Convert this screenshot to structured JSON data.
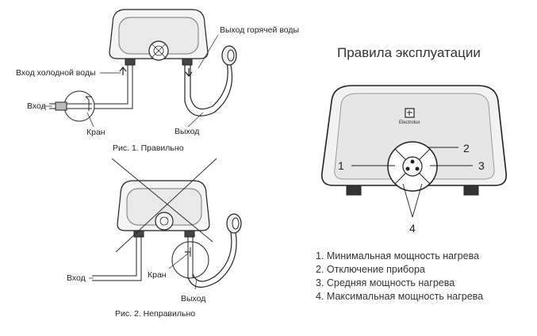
{
  "title": "Правила эксплуатации",
  "figure1": {
    "caption": "Рис. 1. Правильно",
    "label_hot_out": "Выход горячей воды",
    "label_cold_in": "Вход холодной воды",
    "label_inlet": "Вход",
    "label_valve": "Кран",
    "label_outlet": "Выход"
  },
  "figure2": {
    "caption": "Рис. 2. Неправильно",
    "label_inlet": "Вход",
    "label_valve": "Кран",
    "label_outlet": "Выход"
  },
  "device": {
    "brand": "Electrolux",
    "callout_1": "1",
    "callout_2": "2",
    "callout_3": "3",
    "callout_4": "4"
  },
  "legend": [
    "1. Минимальная мощность нагрева",
    "2. Отключение прибора",
    "3. Средняя мощность нагрева",
    "4. Максимальная мощность нагрева"
  ]
}
